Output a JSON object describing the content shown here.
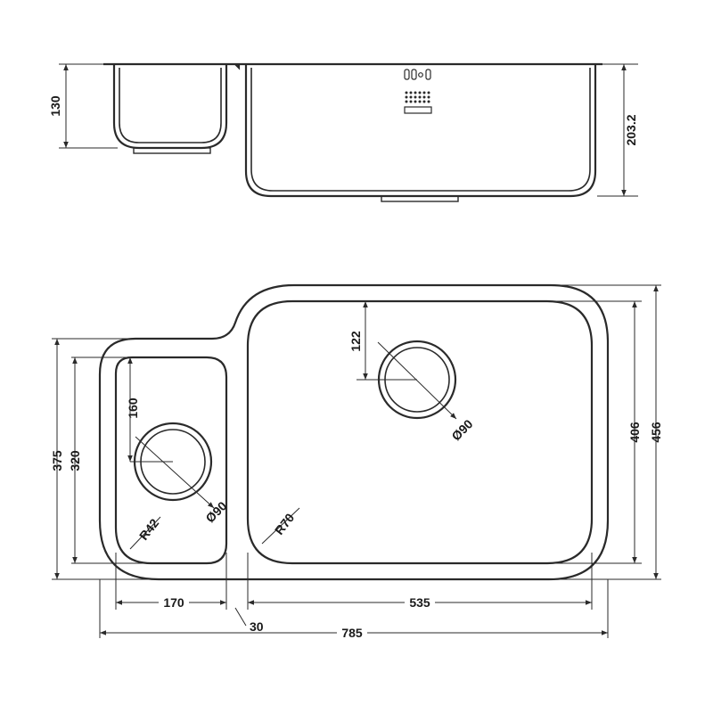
{
  "side_view": {
    "depth_small": "130",
    "depth_large": "203.2"
  },
  "top_view": {
    "small_bowl_waste_from_top": "160",
    "large_bowl_waste_from_top": "122",
    "small_waste_diameter": "Ø90",
    "large_waste_diameter": "Ø90",
    "small_corner_radius": "R42",
    "large_corner_radius": "R70",
    "overall_height_small": "375",
    "inner_height_small": "320",
    "inner_height_large": "406",
    "overall_height_large": "456",
    "small_bowl_width": "170",
    "large_bowl_width": "535",
    "divider_width": "30",
    "overall_width": "785"
  },
  "colors": {
    "line": "#2a2a2a",
    "background": "#ffffff"
  }
}
